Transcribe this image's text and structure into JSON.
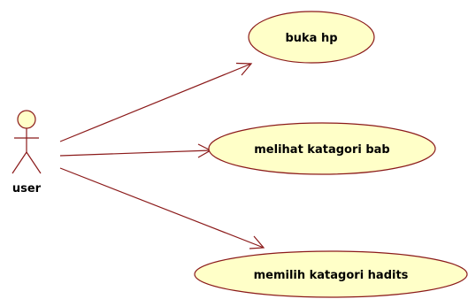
{
  "diagram": {
    "actor": {
      "label": "user"
    },
    "use_cases": [
      {
        "label": "buka hp"
      },
      {
        "label": "melihat katagori bab"
      },
      {
        "label": "memilih katagori hadits"
      }
    ]
  },
  "colors": {
    "line": "#8b1a1a",
    "usecase_fill": "#ffffc8",
    "usecase_stroke": "#8b1a1a",
    "actor_fill": "#ffffc8",
    "text": "#000000"
  }
}
